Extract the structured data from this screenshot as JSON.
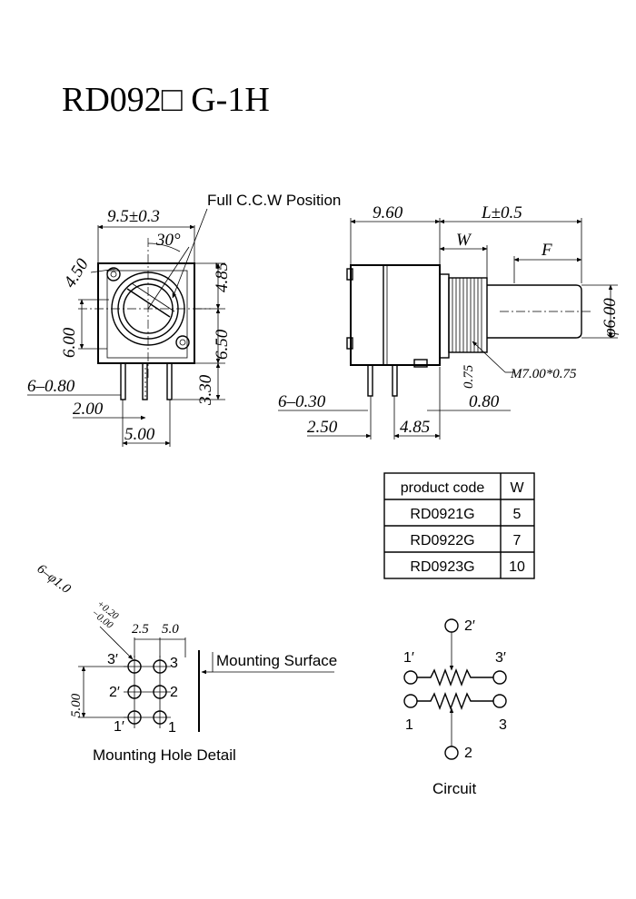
{
  "title": "RD092□ G-1H",
  "front_view": {
    "dim_width": "9.5±0.3",
    "angle": "30°",
    "ccw_label": "Full C.C.W Position",
    "dim_450": "4.50",
    "dim_600": "6.00",
    "dim_485": "4.85",
    "dim_650": "6.50",
    "dim_330": "3.30",
    "dim_pins": "6–0.80",
    "dim_200": "2.00",
    "dim_500": "5.00"
  },
  "side_view": {
    "dim_960": "9.60",
    "dim_L": "L±0.5",
    "dim_W": "W",
    "dim_F": "F",
    "dim_shaft": "φ6.00",
    "thread": "M7.00*0.75",
    "dim_075": "0.75",
    "dim_pins": "6–0.30",
    "dim_080": "0.80",
    "dim_250": "2.50",
    "dim_485": "4.85"
  },
  "product_table": {
    "headers": [
      "product code",
      "W"
    ],
    "rows": [
      [
        "RD0921G",
        "5"
      ],
      [
        "RD0922G",
        "7"
      ],
      [
        "RD0923G",
        "10"
      ]
    ]
  },
  "mounting": {
    "hole_spec": "6–φ1.0",
    "tol_plus": "+0.20",
    "tol_minus": "−0.00",
    "dim_255": "2.5",
    "dim_50": "5.0",
    "dim_500": "5.00",
    "surface_label": "Mounting Surface",
    "caption": "Mounting Hole Detail",
    "pins": {
      "p3a": "3′",
      "p3": "3",
      "p2a": "2′",
      "p2": "2",
      "p1a": "1′",
      "p1": "1"
    }
  },
  "circuit": {
    "caption": "Circuit",
    "pins": {
      "p2a": "2′",
      "p1a": "1′",
      "p3a": "3′",
      "p1": "1",
      "p3": "3",
      "p2": "2"
    }
  }
}
